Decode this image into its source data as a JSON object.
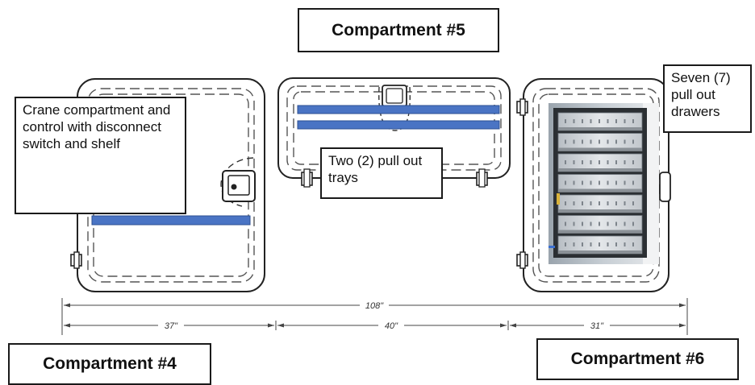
{
  "compartments": {
    "c5": {
      "title": "Compartment #5",
      "note": "Two (2) pull out trays"
    },
    "c4": {
      "title": "Compartment #4",
      "note": "Crane compartment and control with disconnect switch and shelf"
    },
    "c6": {
      "title": "Compartment #6",
      "note": "Seven (7) pull out drawers"
    }
  },
  "dimensions": {
    "overall": "108\"",
    "c4": "37\"",
    "c5": "40\"",
    "c6": "31\""
  },
  "colors": {
    "shelf_bar": "#4a74c4",
    "outline": "#222222",
    "dashes": "#555555"
  },
  "icons": {
    "door_hinge": "hinge-icon",
    "door_handle": "handle-icon"
  }
}
